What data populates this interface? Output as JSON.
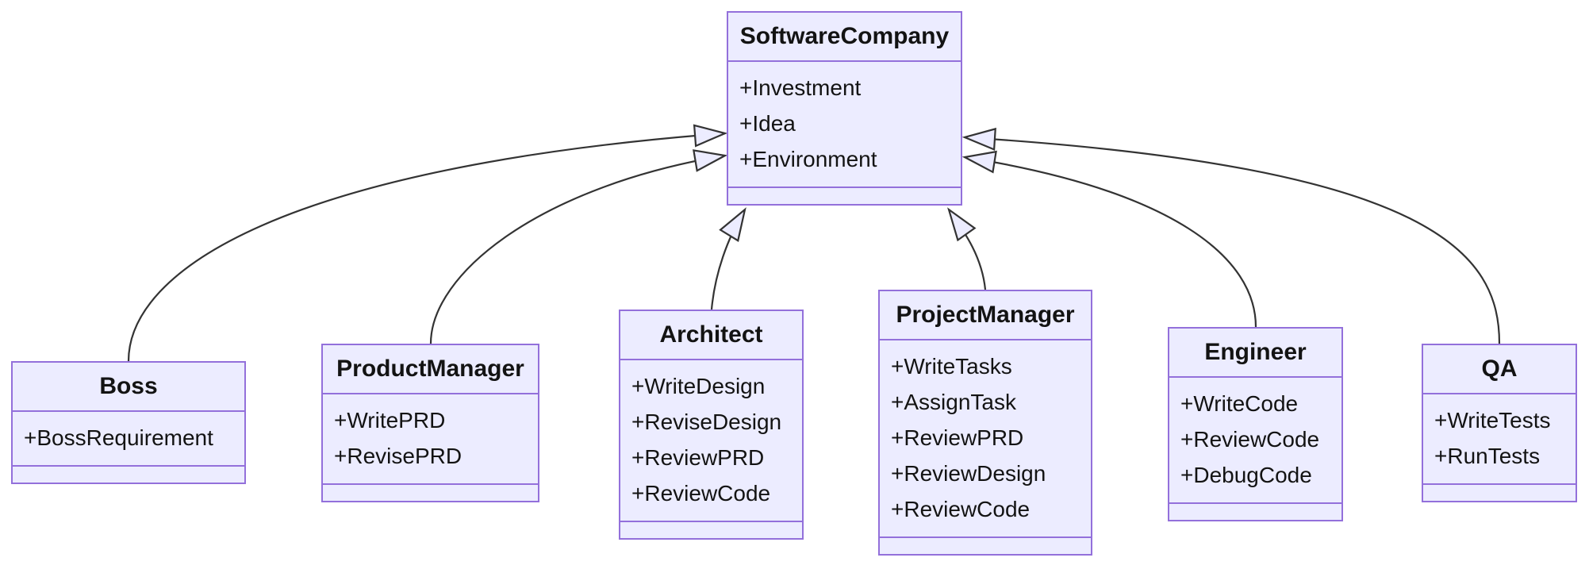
{
  "diagram": {
    "type": "uml-class-diagram",
    "classes": [
      {
        "name": "SoftwareCompany",
        "members": [
          "+Investment",
          "+Idea",
          "+Environment"
        ]
      },
      {
        "name": "Boss",
        "members": [
          "+BossRequirement"
        ]
      },
      {
        "name": "ProductManager",
        "members": [
          "+WritePRD",
          "+RevisePRD"
        ]
      },
      {
        "name": "Architect",
        "members": [
          "+WriteDesign",
          "+ReviseDesign",
          "+ReviewPRD",
          "+ReviewCode"
        ]
      },
      {
        "name": "ProjectManager",
        "members": [
          "+WriteTasks",
          "+AssignTask",
          "+ReviewPRD",
          "+ReviewDesign",
          "+ReviewCode"
        ]
      },
      {
        "name": "Engineer",
        "members": [
          "+WriteCode",
          "+ReviewCode",
          "+DebugCode"
        ]
      },
      {
        "name": "QA",
        "members": [
          "+WriteTests",
          "+RunTests"
        ]
      }
    ],
    "relations": [
      {
        "from": "Boss",
        "to": "SoftwareCompany",
        "type": "inheritance"
      },
      {
        "from": "ProductManager",
        "to": "SoftwareCompany",
        "type": "inheritance"
      },
      {
        "from": "Architect",
        "to": "SoftwareCompany",
        "type": "inheritance"
      },
      {
        "from": "ProjectManager",
        "to": "SoftwareCompany",
        "type": "inheritance"
      },
      {
        "from": "Engineer",
        "to": "SoftwareCompany",
        "type": "inheritance"
      },
      {
        "from": "QA",
        "to": "SoftwareCompany",
        "type": "inheritance"
      }
    ],
    "colors": {
      "node_fill": "#ECECFF",
      "node_border": "#9370DB",
      "edge_line": "#333333",
      "text": "#131313"
    }
  }
}
